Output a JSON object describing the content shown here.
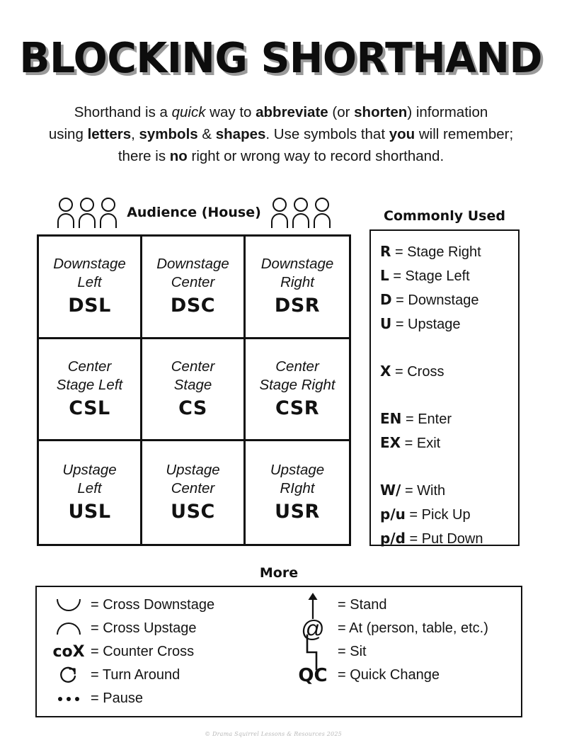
{
  "title": "BLOCKING SHORTHAND",
  "intro": {
    "line1_a": "Shorthand is a ",
    "line1_quick": "quick",
    "line1_b": " way to ",
    "line1_abbreviate": "abbreviate",
    "line1_c": " (or ",
    "line1_shorten": "shorten",
    "line1_d": ") information",
    "line2_a": "using ",
    "line2_letters": "letters",
    "line2_b": ", ",
    "line2_symbols": "symbols",
    "line2_c": " & ",
    "line2_shapes": "shapes",
    "line2_d": ". Use symbols that ",
    "line2_you": "you",
    "line2_e": " will remember;",
    "line3_a": "there is ",
    "line3_no": "no",
    "line3_b": " right or wrong way to record shorthand."
  },
  "audience": {
    "label": "Audience (House)",
    "icon_left": "people-icon",
    "icon_right": "people-icon"
  },
  "stage_grid": {
    "cells": [
      {
        "name_line1": "Downstage",
        "name_line2": "Left",
        "abbr": "DSL"
      },
      {
        "name_line1": "Downstage",
        "name_line2": "Center",
        "abbr": "DSC"
      },
      {
        "name_line1": "Downstage",
        "name_line2": "Right",
        "abbr": "DSR"
      },
      {
        "name_line1": "Center",
        "name_line2": "Stage Left",
        "abbr": "CSL"
      },
      {
        "name_line1": "Center",
        "name_line2": "Stage",
        "abbr": "CS"
      },
      {
        "name_line1": "Center",
        "name_line2": "Stage Right",
        "abbr": "CSR"
      },
      {
        "name_line1": "Upstage",
        "name_line2": "Left",
        "abbr": "USL"
      },
      {
        "name_line1": "Upstage",
        "name_line2": "Center",
        "abbr": "USC"
      },
      {
        "name_line1": "Upstage",
        "name_line2": "RIght",
        "abbr": "USR"
      }
    ]
  },
  "commonly_used": {
    "title": "Commonly Used",
    "entries": [
      {
        "symbol": "R",
        "meaning": "= Stage Right"
      },
      {
        "symbol": "L",
        "meaning": "= Stage Left"
      },
      {
        "symbol": "D",
        "meaning": "= Downstage"
      },
      {
        "symbol": "U",
        "meaning": "= Upstage"
      },
      {
        "spacer": true
      },
      {
        "symbol": "X",
        "meaning": "= Cross"
      },
      {
        "spacer": true
      },
      {
        "symbol": "EN",
        "meaning": "= Enter"
      },
      {
        "symbol": "EX",
        "meaning": "= Exit"
      },
      {
        "spacer": true
      },
      {
        "symbol": "W/",
        "meaning": "= With"
      },
      {
        "symbol": "p/u",
        "meaning": "= Pick Up"
      },
      {
        "symbol": "p/d",
        "meaning": "= Put Down"
      }
    ]
  },
  "more": {
    "title": "More",
    "left": [
      {
        "icon": "arc-downstage-icon",
        "symbol": "",
        "meaning": "= Cross Downstage"
      },
      {
        "icon": "arc-upstage-icon",
        "symbol": "",
        "meaning": "= Cross Upstage"
      },
      {
        "icon": "cox-text-icon",
        "symbol": "coX",
        "meaning": "= Counter Cross"
      },
      {
        "icon": "turn-around-icon",
        "symbol": "",
        "meaning": "= Turn Around"
      },
      {
        "icon": "ellipsis-pause-icon",
        "symbol": "",
        "meaning": "= Pause"
      }
    ],
    "right": [
      {
        "icon": "up-arrow-icon",
        "symbol": "",
        "meaning": "= Stand"
      },
      {
        "icon": "at-sign-icon",
        "symbol": "@",
        "meaning": "= At (person, table, etc.)"
      },
      {
        "icon": "chair-sit-icon",
        "symbol": "",
        "meaning": "= Sit"
      },
      {
        "icon": "qc-text-icon",
        "symbol": "QC",
        "meaning": "= Quick Change"
      }
    ]
  },
  "footer": "© Drama Squirrel Lessons & Resources 2025"
}
